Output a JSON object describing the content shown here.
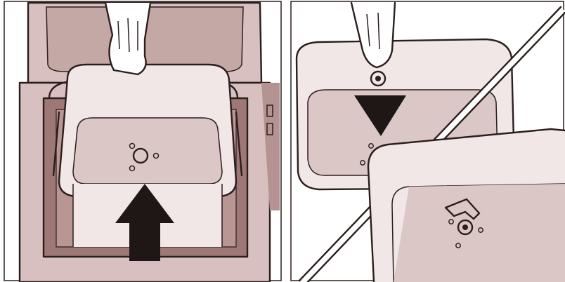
{
  "figure": {
    "panels": [
      {
        "id": "insert-pan",
        "arrow_direction": "up",
        "elements": [
          "bread-machine",
          "baking-pan",
          "hand",
          "kneading-shaft",
          "up-arrow"
        ]
      },
      {
        "id": "attach-paddle",
        "arrow_direction": "down",
        "elements": [
          "baking-pan",
          "hand",
          "kneading-paddle",
          "down-arrow",
          "diagonal-divider",
          "kneading-shaft",
          "installed-paddle"
        ]
      }
    ],
    "colors": {
      "ink": "#2a1f1d",
      "pan": "#f1e7e7",
      "machine": "#d7c0bf",
      "cavity": "#9e7877",
      "arrow": "#1f1716"
    }
  }
}
